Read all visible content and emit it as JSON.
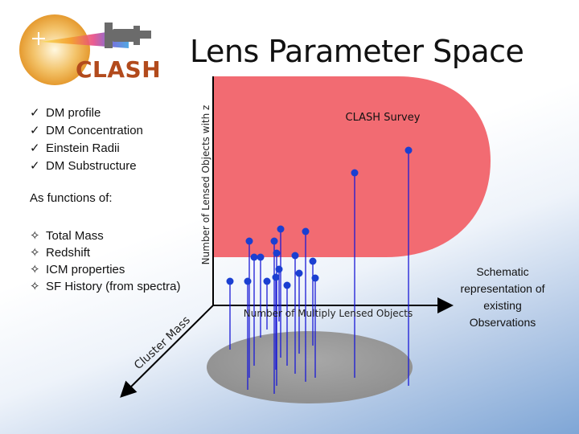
{
  "title": "Lens Parameter Space",
  "logo": {
    "text": "CLASH"
  },
  "checklist": {
    "items": [
      "DM profile",
      "DM Concentration",
      "Einstein Radii",
      "DM Substructure"
    ]
  },
  "subhead": "As functions of:",
  "functions": {
    "items": [
      "Total Mass",
      "Redshift",
      "ICM properties",
      "SF History (from spectra)"
    ]
  },
  "axes": {
    "y_label": "Number of Lensed Objects with z",
    "x_label": "Number of Multiply Lensed Objects",
    "z_label": "Cluster Mass"
  },
  "region_label": "CLASH Survey",
  "side_note": "Schematic representation of existing Observations",
  "colors": {
    "survey": "#f26b72",
    "base": "#999999",
    "stem": "#1a1ad6",
    "dot": "#1a3fd1",
    "axis": "#000000"
  }
}
